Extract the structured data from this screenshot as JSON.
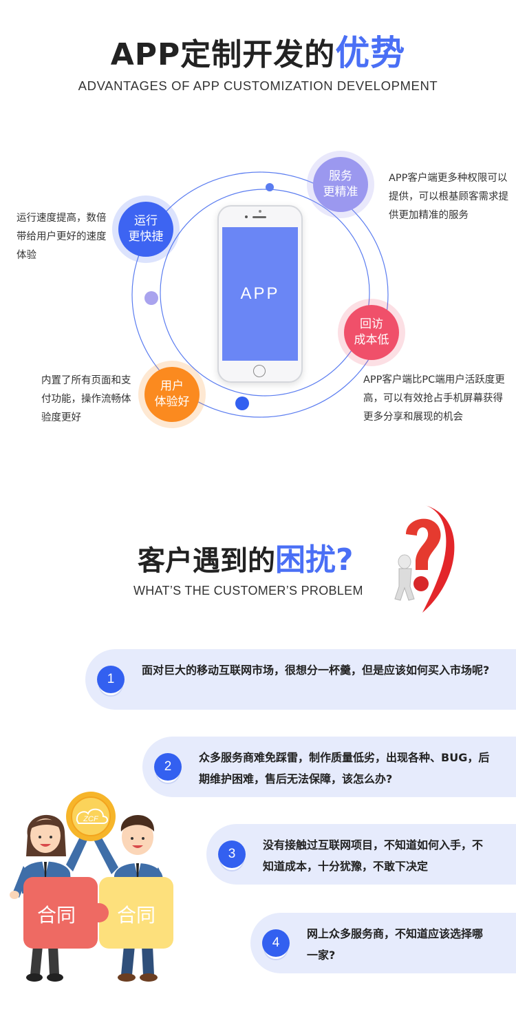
{
  "section1": {
    "title_main": "APP定制开发的",
    "title_highlight": "优势",
    "subtitle": "ADVANTAGES OF APP CUSTOMIZATION DEVELOPMENT",
    "phone_screen_text": "APP",
    "badges": [
      {
        "line1": "运行",
        "line2": "更快捷",
        "color": "#3d64f2"
      },
      {
        "line1": "服务",
        "line2": "更精准",
        "color": "#9b98ef"
      },
      {
        "line1": "回访",
        "line2": "成本低",
        "color": "#f0506a"
      },
      {
        "line1": "用户",
        "line2": "体验好",
        "color": "#fb8a1f"
      }
    ],
    "descriptions": {
      "speed": "运行速度提高，数倍带给用户更好的速度体验",
      "service": "APP客户端更多种权限可以提供，可以根基顾客需求提供更加精准的服务",
      "cost": "APP客户端比PC端用户活跃度更高，可以有效抢占手机屏幕获得更多分享和展现的机会",
      "experience": "内置了所有页面和支付功能，操作流畅体验度更好"
    }
  },
  "section2": {
    "title_main": "客户遇到的",
    "title_highlight": "困扰?",
    "subtitle": "WHAT’S THE CUSTOMER’S PROBLEM",
    "accent_color": "#3360f0",
    "problems": [
      {
        "num": "1",
        "text": "面对巨大的移动互联网市场，很想分一杯羹，但是应该如何买入市场呢?"
      },
      {
        "num": "2",
        "text": "众多服务商难免踩雷，制作质量低劣，出现各种、BUG，后期维护困难，售后无法保障，该怎么办?"
      },
      {
        "num": "3",
        "text": "没有接触过互联网项目，不知道如何入手，不知道成本，十分犹豫，不敢下决定"
      },
      {
        "num": "4",
        "text": "网上众多服务商，不知道应该选择哪一家?"
      }
    ],
    "illustration": {
      "puzzle_left_text": "合同",
      "puzzle_right_text": "合同",
      "coin_text": "ZCF"
    }
  }
}
